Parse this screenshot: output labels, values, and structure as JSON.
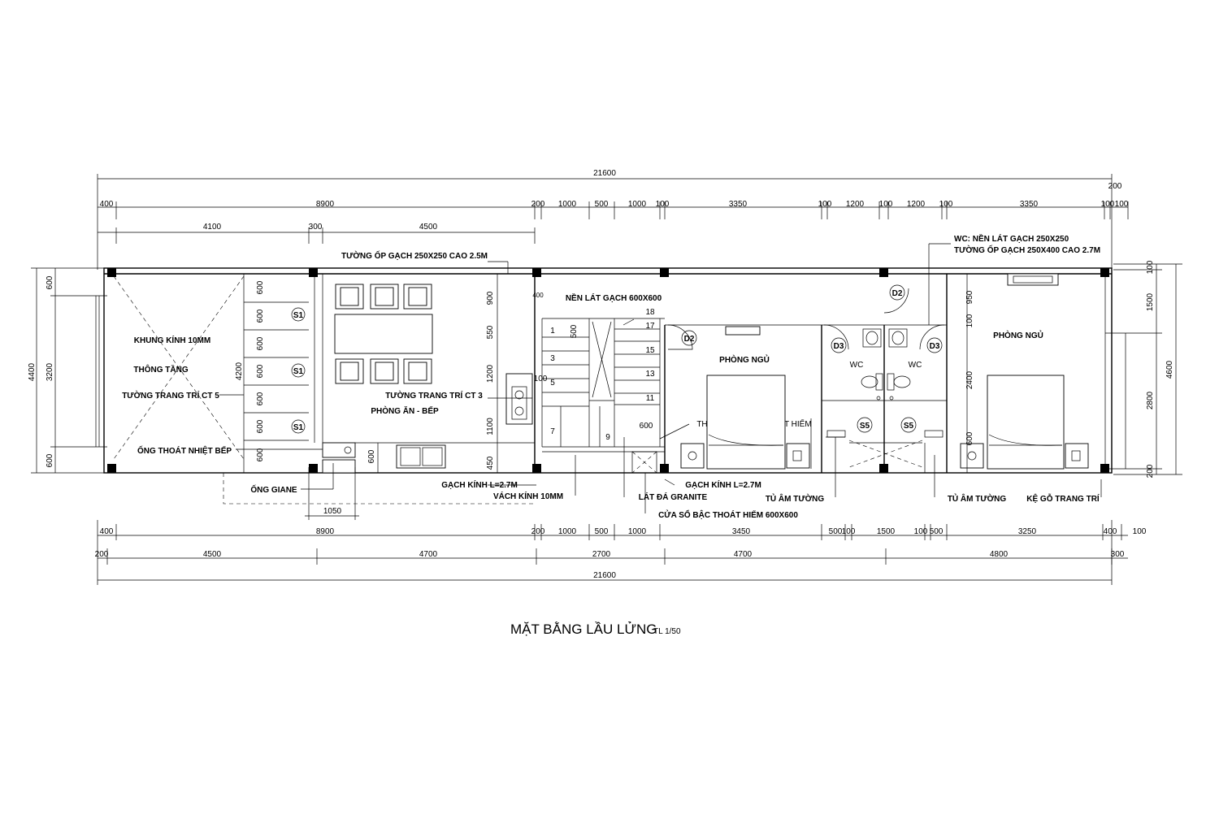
{
  "drawing": {
    "title": "MẶT BẰNG LẦU LỬNG",
    "scale": "TL 1/50"
  },
  "dims_top": {
    "overall": "21600",
    "row2": [
      "400",
      "8900",
      "200",
      "1000",
      "500",
      "1000",
      "100",
      "3350",
      "100",
      "1200",
      "100",
      "1200",
      "100",
      "3350",
      "100",
      "100"
    ],
    "row2_extra": "200",
    "row3": [
      "4100",
      "300",
      "4500"
    ]
  },
  "dims_bottom": {
    "row1": [
      "400",
      "8900",
      "200",
      "1000",
      "500",
      "1000",
      "3450",
      "500",
      "100",
      "1500",
      "100",
      "500",
      "3250",
      "400",
      "100"
    ],
    "row2": [
      "200",
      "4500",
      "4700",
      "2700",
      "4700",
      "4800",
      "300"
    ],
    "overall": "21600",
    "pipe": "1050"
  },
  "dims_left": {
    "outer": "4400",
    "inner": [
      "600",
      "3200",
      "600"
    ]
  },
  "dims_right": {
    "outer": "4600",
    "inner": [
      "100",
      "1500",
      "2800",
      "200"
    ]
  },
  "dims_interior": {
    "void_stack": [
      "600",
      "600",
      "600",
      "600",
      "600",
      "600",
      "600"
    ],
    "void_height": "4200",
    "kitchen_600": "600",
    "stair_stack": [
      "900",
      "550",
      "1200",
      "1100",
      "450"
    ],
    "stair_small": [
      "400",
      "500",
      "100",
      "600"
    ],
    "bedroom_stack": [
      "950",
      "100",
      "2400",
      "600"
    ]
  },
  "stair_steps": [
    "1",
    "3",
    "5",
    "7",
    "9",
    "11",
    "13",
    "15",
    "17",
    "18"
  ],
  "labels": {
    "khung_kinh": "KHUNG KÍNH 10MM",
    "thong_tang": "THÔNG TẦNG",
    "tuong_ct5": "TƯỜNG TRANG TRÍ CT 5",
    "ong_thoat": "ỐNG THOÁT NHIỆT BẾP",
    "ong_giane": "ỐNG GIANE",
    "tuong_op": "TƯỜNG ỐP GẠCH 250X250 CAO 2.5M",
    "phong_an": "PHÒNG ĂN - BẾP",
    "tuong_ct3": "TƯỜNG TRANG TRÍ CT 3",
    "nen_lat": "NỀN LÁT GẠCH 600X600",
    "gach_kinh_1": "GẠCH KÍNH L=2.7M",
    "vach_kinh": "VÁCH KÍNH 10MM",
    "lat_da": "LÁT ĐÁ GRANITE",
    "cua_so": "CỬA SỔ BẬC THOÁT HIỂM 600X600",
    "gach_kinh_2": "GẠCH KÍNH L=2.7M",
    "thang_leo": "THANG LEO INOX THẤT HIỂM",
    "phong_ngu_1": "PHÒNG NGỦ",
    "phong_ngu_2": "PHÒNG NGỦ",
    "tu_am_1": "TỦ ÂM TƯỜNG",
    "tu_am_2": "TỦ ÂM TƯỜNG",
    "ke_go": "KỆ GỖ TRANG TRÍ",
    "wc_note_1": "WC: NỀN LÁT GẠCH 250X250",
    "wc_note_2": "TƯỜNG ỐP GẠCH 250X400 CAO 2.7M",
    "wc_1": "WC",
    "wc_2": "WC"
  },
  "tags": {
    "s1": "S1",
    "d2": "D2",
    "d3": "D3",
    "s5": "S5"
  }
}
